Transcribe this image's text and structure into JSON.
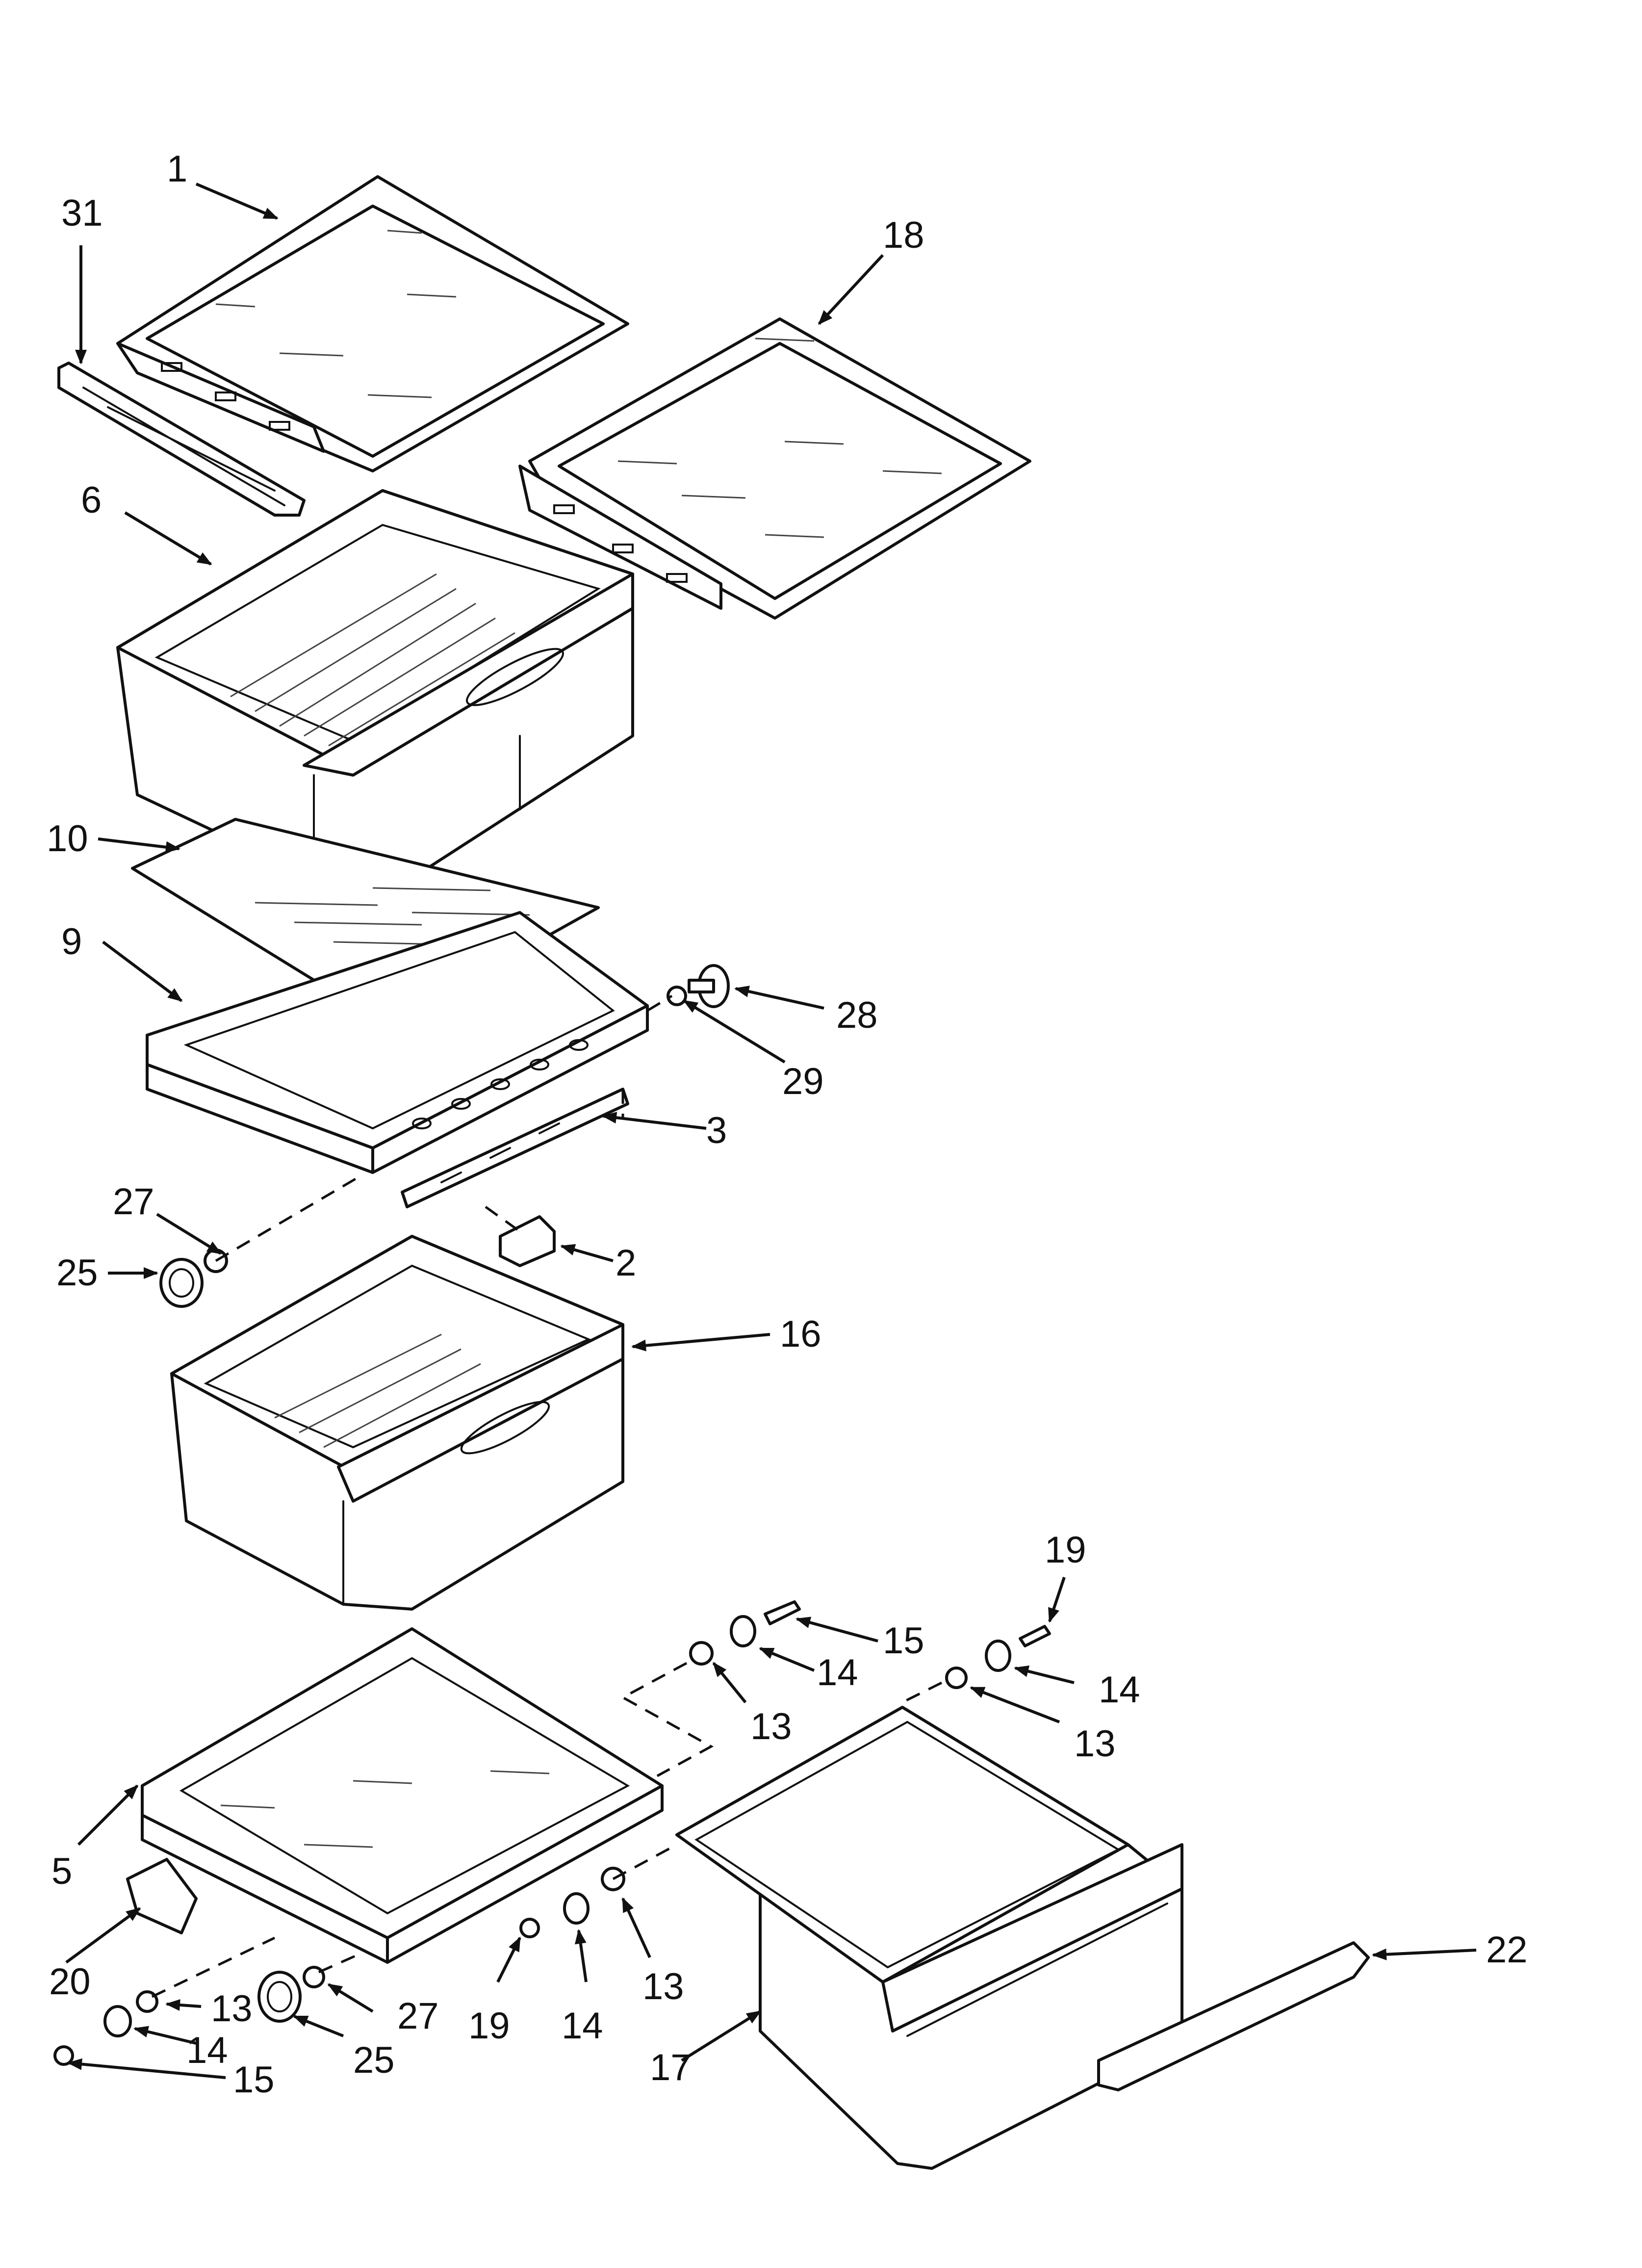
{
  "diagram": {
    "type": "exploded-parts-diagram",
    "colors": {
      "line": "#111111",
      "background": "#ffffff"
    },
    "callouts": [
      {
        "id": "c1",
        "text": "1"
      },
      {
        "id": "c31",
        "text": "31"
      },
      {
        "id": "c18",
        "text": "18"
      },
      {
        "id": "c6",
        "text": "6"
      },
      {
        "id": "c10",
        "text": "10"
      },
      {
        "id": "c9",
        "text": "9"
      },
      {
        "id": "c28",
        "text": "28"
      },
      {
        "id": "c29",
        "text": "29"
      },
      {
        "id": "c3",
        "text": "3"
      },
      {
        "id": "c27a",
        "text": "27"
      },
      {
        "id": "c25a",
        "text": "25"
      },
      {
        "id": "c2",
        "text": "2"
      },
      {
        "id": "c16",
        "text": "16"
      },
      {
        "id": "c19a",
        "text": "19"
      },
      {
        "id": "c15a",
        "text": "15"
      },
      {
        "id": "c14a",
        "text": "14"
      },
      {
        "id": "c13a",
        "text": "13"
      },
      {
        "id": "c14b",
        "text": "14"
      },
      {
        "id": "c13b",
        "text": "13"
      },
      {
        "id": "c5",
        "text": "5"
      },
      {
        "id": "c20",
        "text": "20"
      },
      {
        "id": "c13c",
        "text": "13"
      },
      {
        "id": "c27b",
        "text": "27"
      },
      {
        "id": "c14c",
        "text": "14"
      },
      {
        "id": "c25b",
        "text": "25"
      },
      {
        "id": "c15b",
        "text": "15"
      },
      {
        "id": "c19b",
        "text": "19"
      },
      {
        "id": "c14d",
        "text": "14"
      },
      {
        "id": "c13d",
        "text": "13"
      },
      {
        "id": "c17",
        "text": "17"
      },
      {
        "id": "c22",
        "text": "22"
      }
    ]
  }
}
